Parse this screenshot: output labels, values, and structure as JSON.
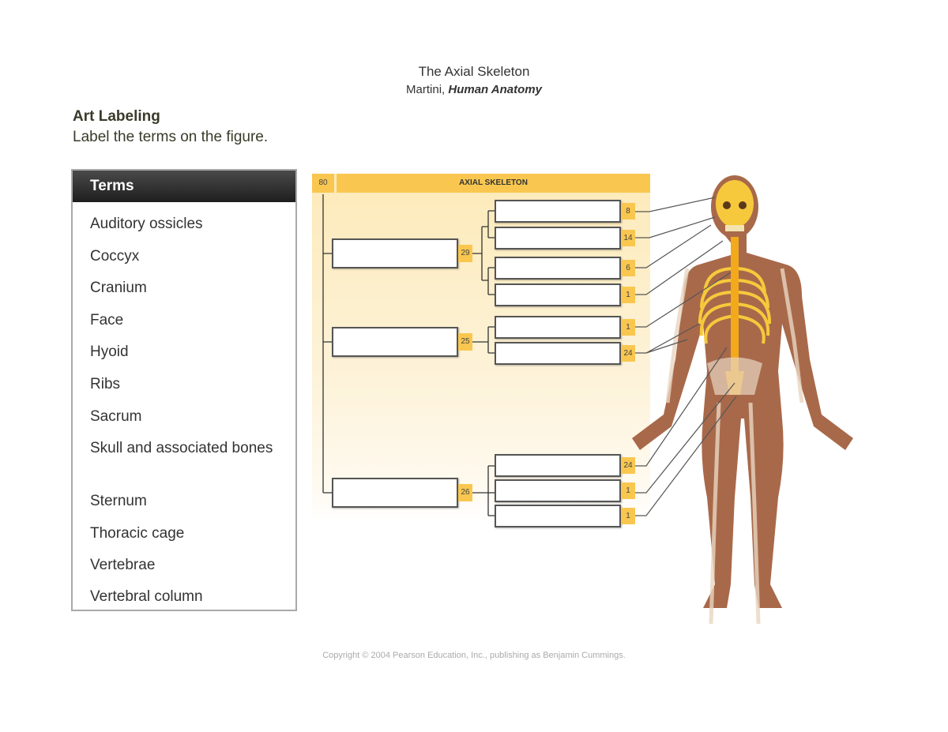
{
  "header": {
    "title": "The Axial Skeleton",
    "author": "Martini, ",
    "book": "Human Anatomy"
  },
  "section": {
    "heading": "Art Labeling",
    "instruction": "Label the terms on the figure."
  },
  "terms": {
    "title": "Terms",
    "items": [
      "Auditory ossicles",
      "Coccyx",
      "Cranium",
      "Face",
      "Hyoid",
      "Ribs",
      "Sacrum",
      "Skull and associated bones",
      "Sternum",
      "Thoracic cage",
      "Vertebrae",
      "Vertebral column"
    ]
  },
  "diagram": {
    "total": "80",
    "title": "AXIAL SKELETON",
    "groups": [
      {
        "count": "29",
        "children": [
          "8",
          "14",
          "6",
          "1"
        ]
      },
      {
        "count": "25",
        "children": [
          "1",
          "24"
        ]
      },
      {
        "count": "26",
        "children": [
          "24",
          "1",
          "1"
        ]
      }
    ]
  },
  "colors": {
    "accent": "#f9c74f",
    "skin": "#a8694a",
    "bone": "#f6c93c"
  },
  "footer": {
    "copyright": "Copyright © 2004 Pearson Education, Inc., publishing as Benjamin Cummings."
  }
}
